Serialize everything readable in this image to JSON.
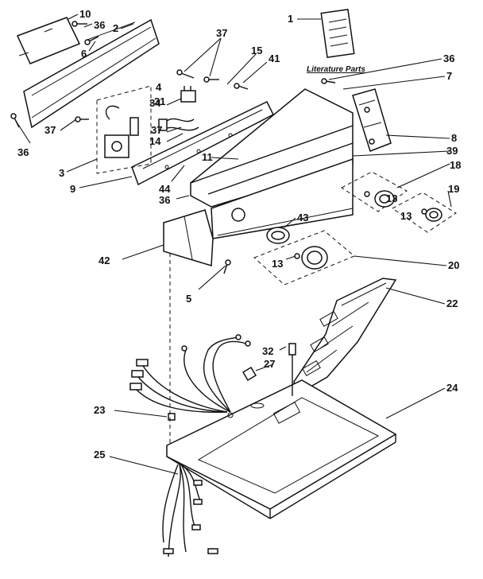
{
  "diagram": {
    "literature_label": "Literature Parts",
    "callouts": [
      {
        "id": "c10",
        "label": "10"
      },
      {
        "id": "c36a",
        "label": "36"
      },
      {
        "id": "c2",
        "label": "2"
      },
      {
        "id": "c6",
        "label": "6"
      },
      {
        "id": "c37a",
        "label": "37"
      },
      {
        "id": "c15",
        "label": "15"
      },
      {
        "id": "c41",
        "label": "41"
      },
      {
        "id": "c1",
        "label": "1"
      },
      {
        "id": "c36b",
        "label": "36"
      },
      {
        "id": "c7",
        "label": "7"
      },
      {
        "id": "c4",
        "label": "4"
      },
      {
        "id": "c31",
        "label": "31"
      },
      {
        "id": "c34",
        "label": "34"
      },
      {
        "id": "c37b",
        "label": "37"
      },
      {
        "id": "c37c",
        "label": "37"
      },
      {
        "id": "c14",
        "label": "14"
      },
      {
        "id": "c36c",
        "label": "36"
      },
      {
        "id": "c8",
        "label": "8"
      },
      {
        "id": "c11",
        "label": "11"
      },
      {
        "id": "c39",
        "label": "39"
      },
      {
        "id": "c3",
        "label": "3"
      },
      {
        "id": "c9",
        "label": "9"
      },
      {
        "id": "c44",
        "label": "44"
      },
      {
        "id": "c36d",
        "label": "36"
      },
      {
        "id": "c18",
        "label": "18"
      },
      {
        "id": "c13a",
        "label": "13"
      },
      {
        "id": "c19",
        "label": "19"
      },
      {
        "id": "c13b",
        "label": "13"
      },
      {
        "id": "c43",
        "label": "43"
      },
      {
        "id": "c42",
        "label": "42"
      },
      {
        "id": "c13c",
        "label": "13"
      },
      {
        "id": "c20",
        "label": "20"
      },
      {
        "id": "c5",
        "label": "5"
      },
      {
        "id": "c22",
        "label": "22"
      },
      {
        "id": "c32",
        "label": "32"
      },
      {
        "id": "c27",
        "label": "27"
      },
      {
        "id": "c24",
        "label": "24"
      },
      {
        "id": "c23",
        "label": "23"
      },
      {
        "id": "c25",
        "label": "25"
      }
    ]
  }
}
